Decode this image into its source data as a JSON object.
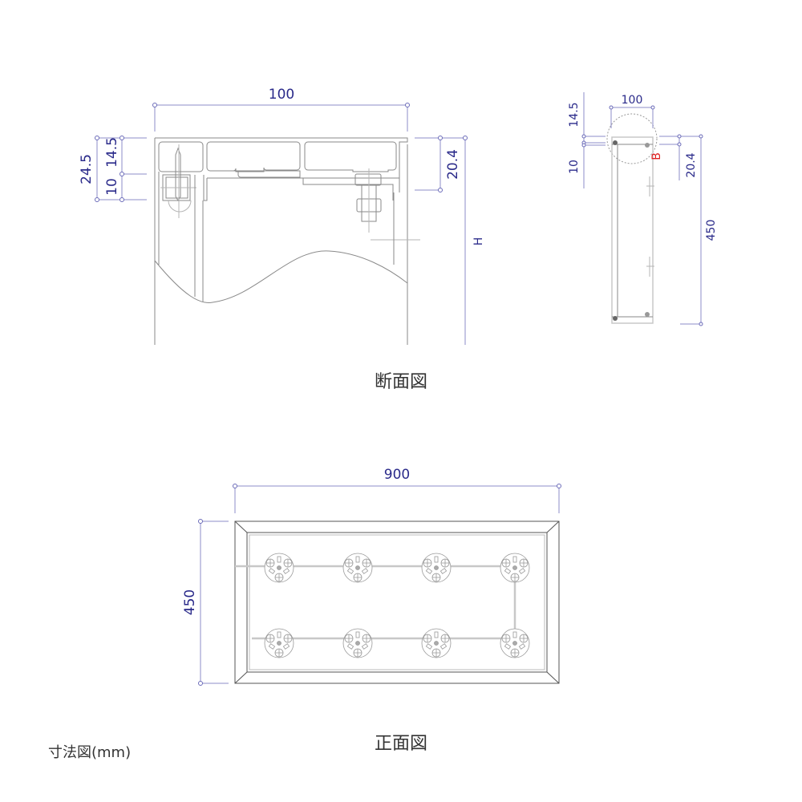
{
  "section_view": {
    "title": "断面図",
    "dims": {
      "width": "100",
      "total_height": "24.5",
      "upper": "14.5",
      "lower": "10",
      "right_offset": "20.4",
      "height": "H"
    }
  },
  "side_view": {
    "dims": {
      "width": "100",
      "upper": "14.5",
      "lower": "10",
      "right_offset": "20.4",
      "height": "450"
    },
    "detail_label": "B"
  },
  "front_view": {
    "title": "正面図",
    "dims": {
      "width": "900",
      "height": "450"
    },
    "module_rows": 2,
    "module_cols": 4
  },
  "caption": "寸法図(mm)"
}
